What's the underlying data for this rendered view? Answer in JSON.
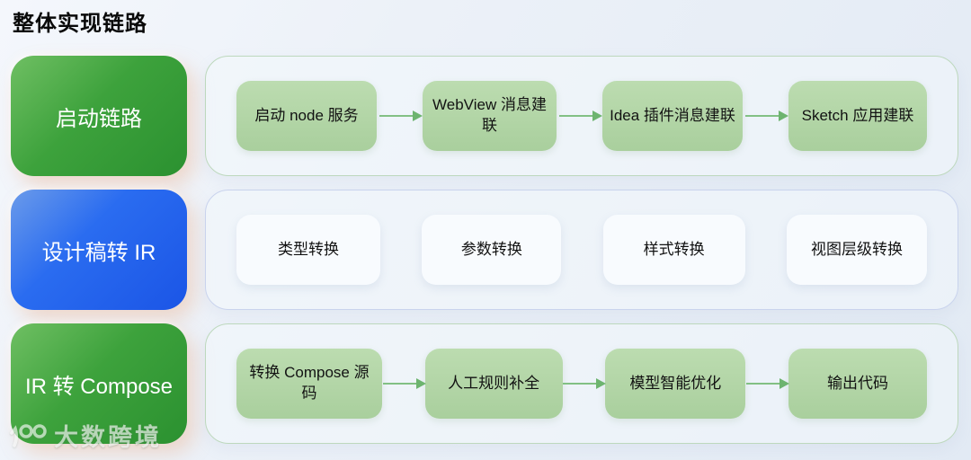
{
  "page": {
    "title": "整体实现链路",
    "watermark": {
      "logo": "100-logo",
      "text": "大数跨境"
    }
  },
  "colors": {
    "title_color": "#0a0a0a",
    "green_gradient_start": "#6fbf63",
    "green_gradient_end": "#2b9130",
    "blue_gradient_start": "#6b9bea",
    "blue_gradient_end": "#1b55e6",
    "step_green": "#b2d5a6",
    "step_white": "#f8fbfe",
    "arrow": "#82c084",
    "arrow_head": "#6db46f",
    "container_border_green": "#bdd8bd",
    "container_border_blue": "#c9d3ed"
  },
  "rows": [
    {
      "id": "startup-chain",
      "label": "启动链路",
      "label_style": "green",
      "step_style": "green",
      "arrows": true,
      "steps": [
        "启动 node 服务",
        "WebView 消息建联",
        "Idea 插件消息建联",
        "Sketch 应用建联"
      ]
    },
    {
      "id": "design-to-ir",
      "label": "设计稿转 IR",
      "label_style": "blue",
      "step_style": "white",
      "arrows": false,
      "steps": [
        "类型转换",
        "参数转换",
        "样式转换",
        "视图层级转换"
      ]
    },
    {
      "id": "ir-to-compose",
      "label": "IR 转 Compose",
      "label_style": "green",
      "step_style": "green",
      "arrows": true,
      "steps": [
        "转换 Compose 源码",
        "人工规则补全",
        "模型智能优化",
        "输出代码"
      ]
    }
  ]
}
